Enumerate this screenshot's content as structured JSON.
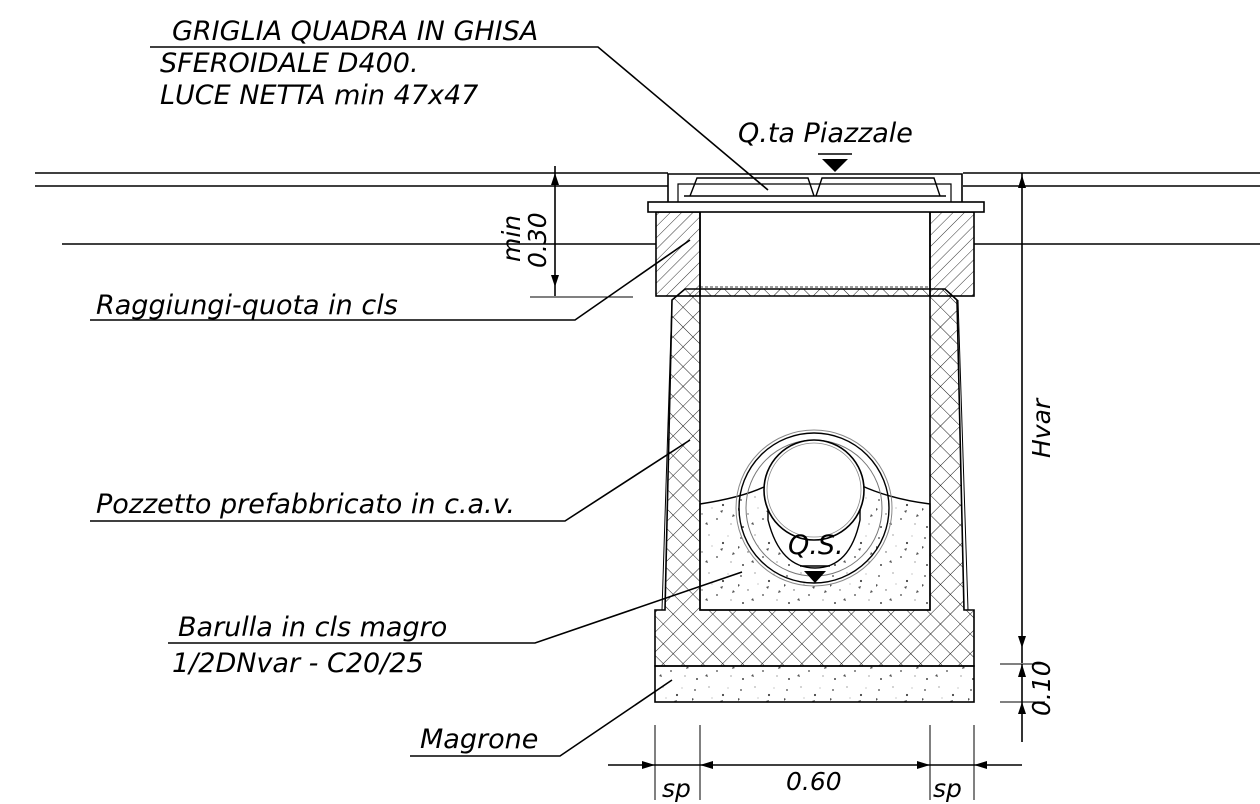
{
  "labels": {
    "griglia_line1": "GRIGLIA QUADRA IN GHISA",
    "griglia_line2": "SFEROIDALE D400.",
    "griglia_line3": "LUCE NETTA min 47x47",
    "piazzale": "Q.ta Piazzale",
    "raggiungi": "Raggiungi-quota in cls",
    "pozzetto": "Pozzetto prefabbricato in c.a.v.",
    "barulla_line1": "Barulla in cls magro",
    "barulla_line2": "1/2DNvar - C20/25",
    "magrone": "Magrone",
    "qs": "Q.S."
  },
  "dimensions": {
    "min_label": "min",
    "min_value": "0.30",
    "height": "Hvar",
    "base": "0.10",
    "width": "0.60",
    "sp_left": "sp",
    "sp_right": "sp"
  }
}
